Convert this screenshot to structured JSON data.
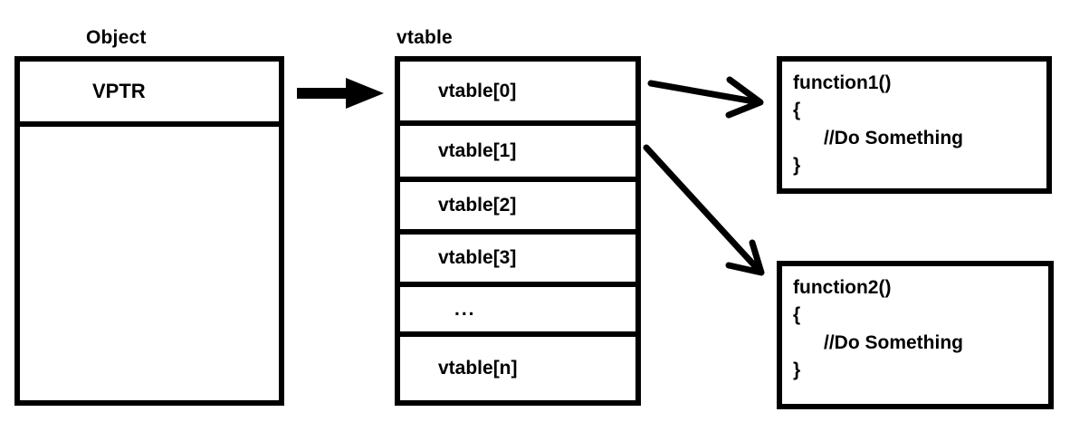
{
  "diagram": {
    "title_labels": {
      "object": "Object",
      "vtable": "vtable"
    },
    "object_box": {
      "vptr_label": "VPTR",
      "empty_cell_label": ""
    },
    "vtable_box": {
      "rows": [
        {
          "label": "vtable[0]"
        },
        {
          "label": "vtable[1]"
        },
        {
          "label": "vtable[2]"
        },
        {
          "label": "vtable[3]"
        },
        {
          "label": "..."
        },
        {
          "label": "vtable[n]"
        }
      ]
    },
    "function1_box": {
      "lines": [
        "function1()",
        "{",
        "//Do Something",
        "}"
      ]
    },
    "function2_box": {
      "lines": [
        "function2()",
        "{",
        "//Do Something",
        "}"
      ]
    },
    "arrows": [
      {
        "name": "object-to-vtable",
        "style": "block-arrow"
      },
      {
        "name": "vtable0-to-function1",
        "style": "line-arrow"
      },
      {
        "name": "vtable1-to-function2",
        "style": "line-arrow"
      }
    ],
    "colors": {
      "stroke": "#000000",
      "background": "#ffffff",
      "text": "#000000"
    }
  }
}
